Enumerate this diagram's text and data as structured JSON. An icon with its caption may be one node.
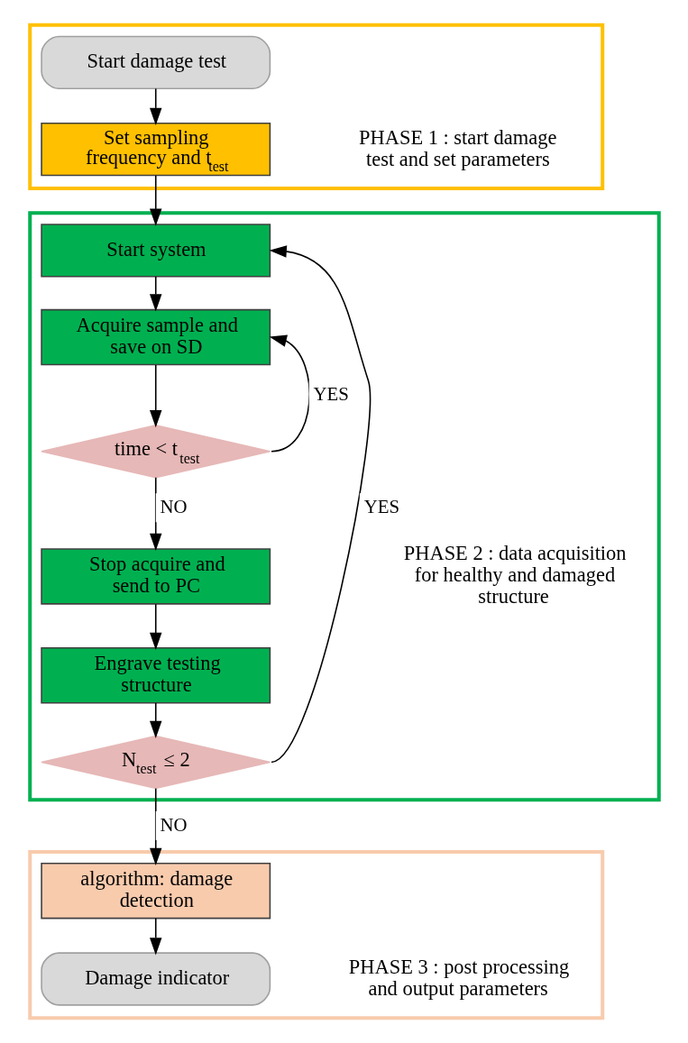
{
  "diagram": {
    "nodes": [
      {
        "text": [
          "PHASE 1 : start damage test and set parameters"
        ]
      },
      {
        "text": [
          "Start damage test"
        ],
        "in": 0
      },
      {
        "text": [
          "Set sampling frequency and t$_{test}$"
        ],
        "in": 0
      },
      {
        "text": [
          "PHASE 2 : data acquisition for healthy and damaged structure"
        ]
      },
      {
        "text": [
          "Start system"
        ],
        "in": 3
      },
      {
        "text": [
          "Acquire sample and save on SD"
        ],
        "in": 3
      },
      {
        "text": [
          "time < t$_{test}$"
        ],
        "in": 3
      },
      {
        "text": [
          "Stop acquire and send to PC"
        ],
        "in": 3
      },
      {
        "text": [
          "Engrave testing structure"
        ],
        "in": 3
      },
      {
        "text": [
          "N$_{test}$ ≤ 2"
        ],
        "in": 3
      },
      {
        "text": [
          "PHASE 3 : post processing and output parameters"
        ]
      },
      {
        "text": [
          "algorithm: damage detection"
        ],
        "in": 10
      },
      {
        "text": [
          "Damage indicator"
        ],
        "in": 10
      }
    ],
    "edges": [
      {
        "from": 1,
        "to": 2,
        "arrow": "to"
      },
      {
        "from": 2,
        "to": 4,
        "arrow": "to"
      },
      {
        "from": 4,
        "to": 5,
        "arrow": "to"
      },
      {
        "from": 5,
        "to": 6,
        "arrow": "to"
      },
      {
        "from": 6,
        "to": 5,
        "arrow": "to",
        "label": "YES"
      },
      {
        "from": 6,
        "to": 7,
        "arrow": "to",
        "label": "NO"
      },
      {
        "from": 7,
        "to": 8,
        "arrow": "to"
      },
      {
        "from": 8,
        "to": 9,
        "arrow": "to"
      },
      {
        "from": 9,
        "to": 4,
        "arrow": "to",
        "label": "YES"
      },
      {
        "from": 9,
        "to": 11,
        "arrow": "to",
        "label": "NO"
      },
      {
        "from": 11,
        "to": 12,
        "arrow": "to"
      }
    ]
  }
}
